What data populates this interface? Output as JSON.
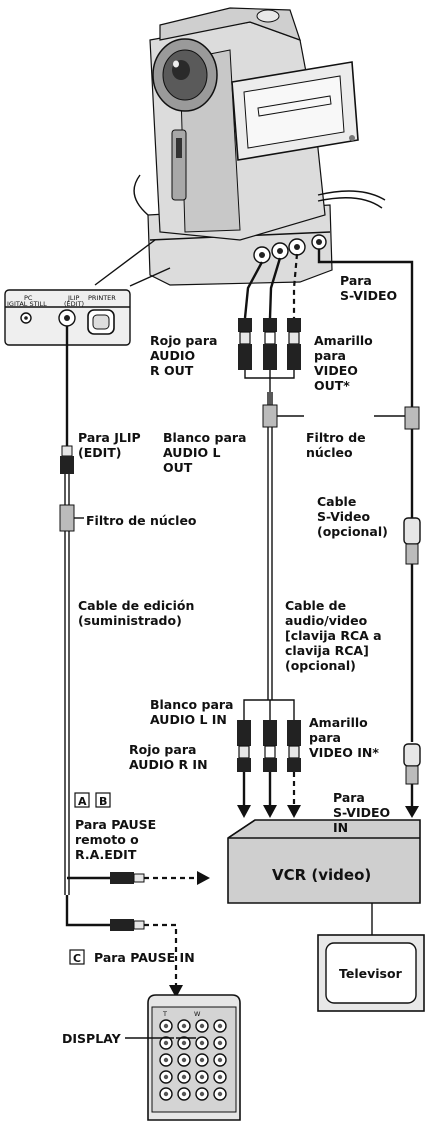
{
  "camera_port_labels": {
    "pc": "PC",
    "digital_still": "IGITAL STILL",
    "jlip": "JLIP",
    "edit": "(EDIT)",
    "printer": "PRINTER"
  },
  "labels": {
    "para_svideo": "Para\nS-VIDEO",
    "rojo_audio_r_out": "Rojo para\nAUDIO\nR OUT",
    "amarillo_video_out": "Amarillo\npara\nVIDEO\nOUT*",
    "para_jlip": "Para JLIP\n(EDIT)",
    "blanco_audio_l_out": "Blanco para\nAUDIO L\nOUT",
    "filtro_nucleo_top": "Filtro de\nnúcleo",
    "filtro_nucleo_left": "Filtro de núcleo",
    "cable_svideo": "Cable\nS-Video\n(opcional)",
    "cable_edicion": "Cable de edición\n(suministrado)",
    "cable_audio_video": "Cable de\naudio/video\n[clavija RCA a\nclavija RCA]\n(opcional)",
    "blanco_audio_l_in": "Blanco para\nAUDIO L IN",
    "amarillo_video_in": "Amarillo\npara\nVIDEO IN*",
    "rojo_audio_r_in": "Rojo para\nAUDIO R IN",
    "box_a": "A",
    "box_b": "B",
    "para_svideo_in": "Para\nS-VIDEO\nIN",
    "para_pause_remoto": "Para PAUSE\nremoto o\nR.A.EDIT",
    "vcr": "VCR (video)",
    "box_c": "C",
    "para_pause_in": "Para PAUSE IN",
    "display": "DISPLAY",
    "televisor": "Televisor"
  },
  "remote_keys": {
    "t": "T",
    "w": "W"
  }
}
